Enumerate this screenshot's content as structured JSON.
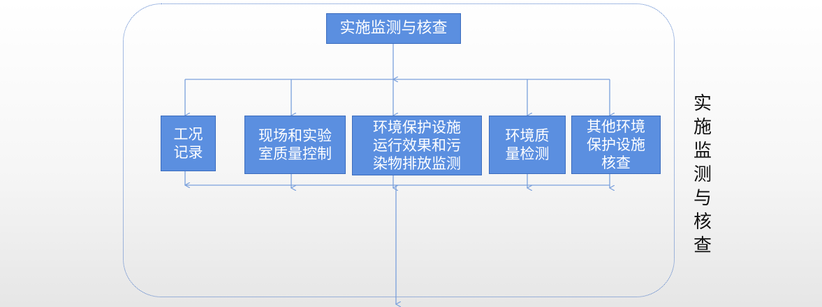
{
  "diagram": {
    "top": "实施监测与核查",
    "nodes": [
      {
        "id": "box-1",
        "lines": [
          "工况",
          "记录"
        ]
      },
      {
        "id": "box-2",
        "lines": [
          "现场和实验",
          "室质量控制"
        ]
      },
      {
        "id": "box-3",
        "lines": [
          "环境保护设施",
          "运行效果和污",
          "染物排放监测"
        ]
      },
      {
        "id": "box-4",
        "lines": [
          "环境质",
          "量检测"
        ]
      },
      {
        "id": "box-5",
        "lines": [
          "其他环境",
          "保护设施",
          "核查"
        ]
      }
    ],
    "side_title": [
      "实",
      "施",
      "监",
      "测",
      "与",
      "核",
      "查"
    ],
    "colors": {
      "box_fill": "#5b8fe0",
      "box_border": "#3a6bbd",
      "connector": "#7aa0dc",
      "frame": "#4a78c8"
    }
  }
}
